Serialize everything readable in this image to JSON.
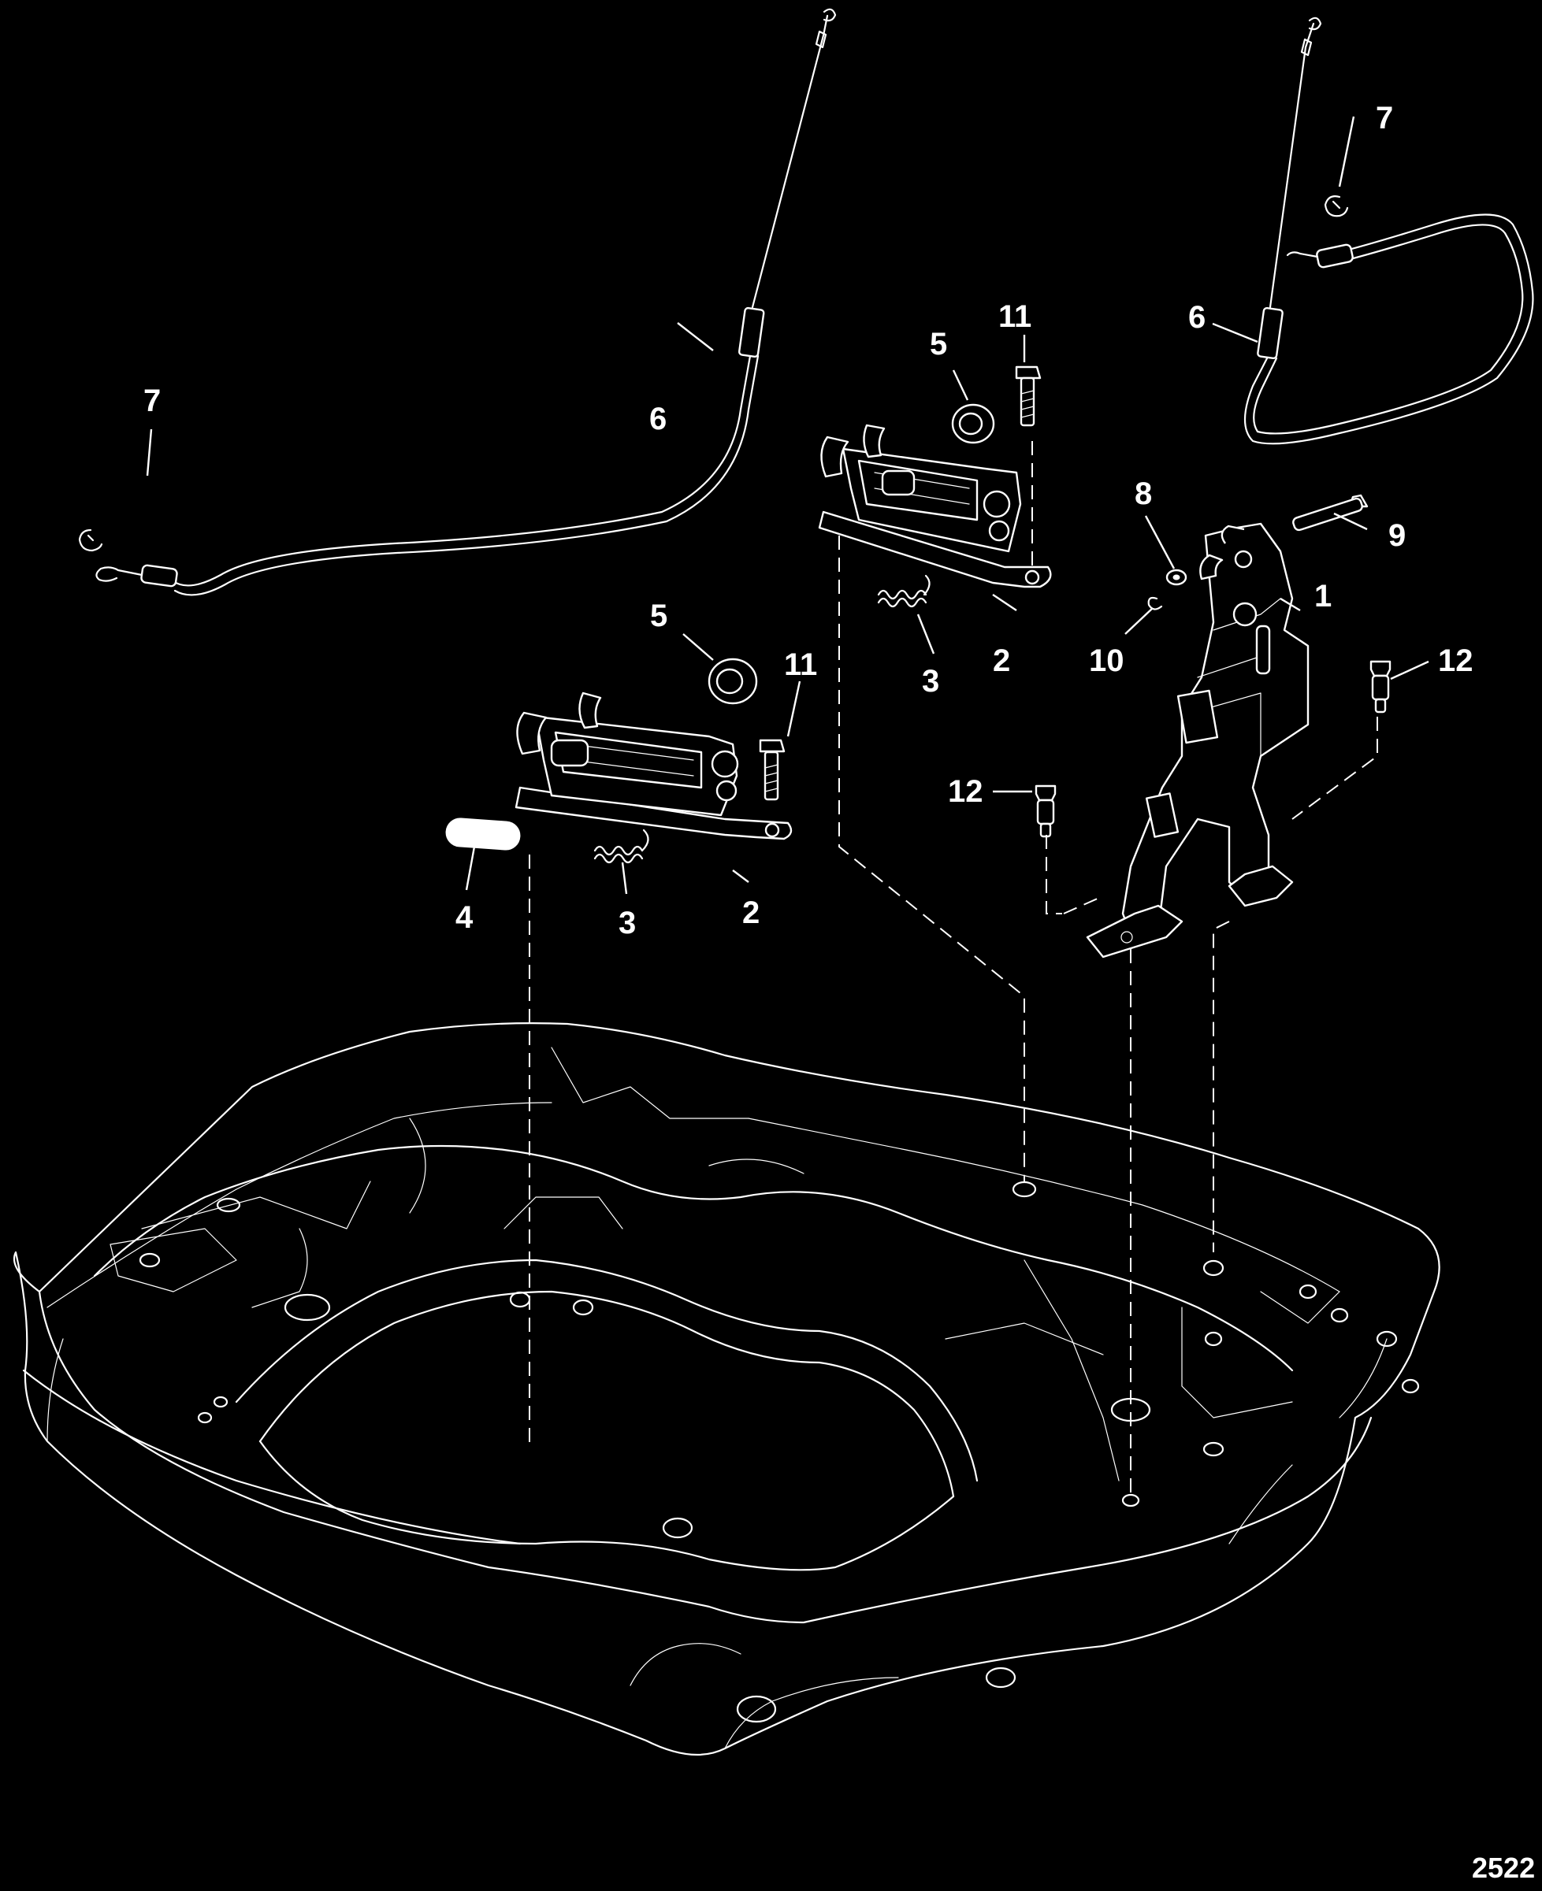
{
  "callouts": [
    {
      "id": "c1",
      "text": "1"
    },
    {
      "id": "c2a",
      "text": "2"
    },
    {
      "id": "c2b",
      "text": "2"
    },
    {
      "id": "c3a",
      "text": "3"
    },
    {
      "id": "c3b",
      "text": "3"
    },
    {
      "id": "c4",
      "text": "4"
    },
    {
      "id": "c5a",
      "text": "5"
    },
    {
      "id": "c5b",
      "text": "5"
    },
    {
      "id": "c6a",
      "text": "6"
    },
    {
      "id": "c6b",
      "text": "6"
    },
    {
      "id": "c7a",
      "text": "7"
    },
    {
      "id": "c7b",
      "text": "7"
    },
    {
      "id": "c8",
      "text": "8"
    },
    {
      "id": "c9",
      "text": "9"
    },
    {
      "id": "c10",
      "text": "10"
    },
    {
      "id": "c11a",
      "text": "11"
    },
    {
      "id": "c11b",
      "text": "11"
    },
    {
      "id": "c12a",
      "text": "12"
    },
    {
      "id": "c12b",
      "text": "12"
    }
  ],
  "figure_number": "2522"
}
